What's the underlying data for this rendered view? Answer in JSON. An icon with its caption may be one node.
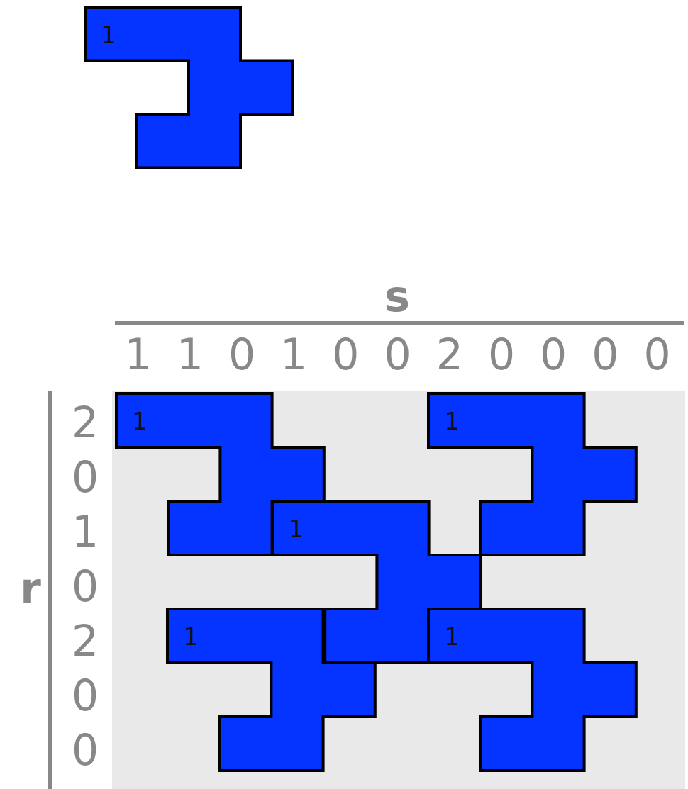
{
  "diagram": {
    "nodes": [
      {
        "text": [
          "1"
        ]
      },
      {
        "text": [
          "1"
        ]
      },
      {
        "text": [
          "1"
        ]
      },
      {
        "text": [
          "1"
        ]
      },
      {
        "text": [
          "1"
        ]
      },
      {
        "text": [
          "1"
        ]
      }
    ],
    "labels": [
      "s",
      "1",
      "1",
      "0",
      "1",
      "0",
      "0",
      "2",
      "0",
      "0",
      "0",
      "0",
      "r",
      "2",
      "0",
      "1",
      "0",
      "2",
      "0",
      "0"
    ]
  }
}
